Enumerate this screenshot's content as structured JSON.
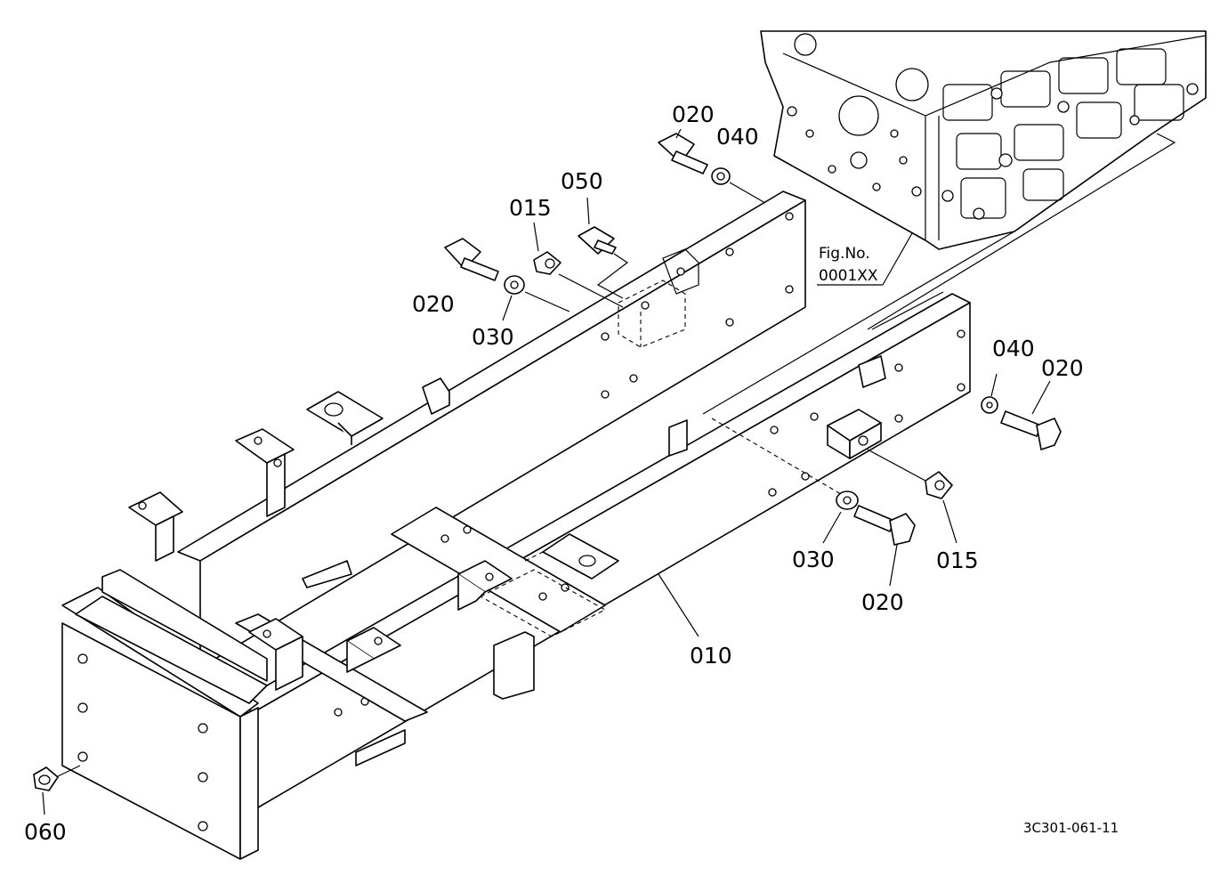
{
  "diagram": {
    "callouts": [
      {
        "id": "c-020-top",
        "text": "020"
      },
      {
        "id": "c-040-top",
        "text": "040"
      },
      {
        "id": "c-050",
        "text": "050"
      },
      {
        "id": "c-015-top",
        "text": "015"
      },
      {
        "id": "c-020-left",
        "text": "020"
      },
      {
        "id": "c-030-left",
        "text": "030"
      },
      {
        "id": "c-040-right",
        "text": "040"
      },
      {
        "id": "c-020-right",
        "text": "020"
      },
      {
        "id": "c-030-mid",
        "text": "030"
      },
      {
        "id": "c-015-mid",
        "text": "015"
      },
      {
        "id": "c-020-mid",
        "text": "020"
      },
      {
        "id": "c-010",
        "text": "010"
      },
      {
        "id": "c-060",
        "text": "060"
      }
    ],
    "fig_ref": {
      "line1": "Fig.No.",
      "line2": "0001XX"
    },
    "drawing_code": "3C301-061-11"
  }
}
